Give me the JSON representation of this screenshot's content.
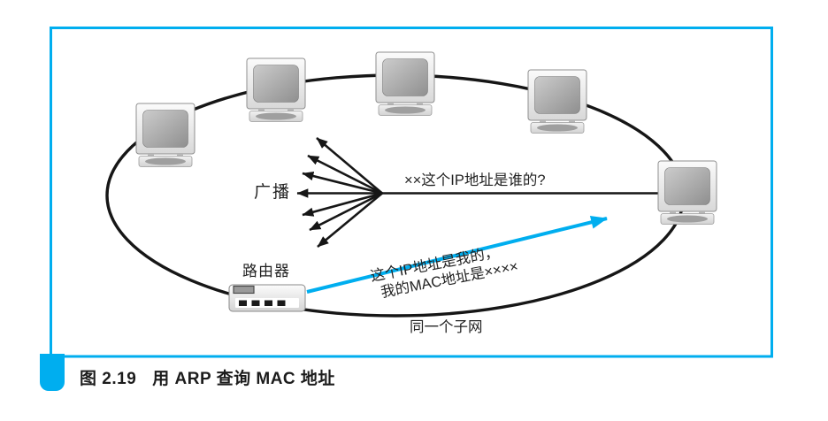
{
  "figure": {
    "caption_number": "图 2.19",
    "caption_title": "用 ARP 查询 MAC 地址"
  },
  "diagram": {
    "broadcast_label": "广播",
    "query_text": "××这个IP地址是谁的?",
    "router_label": "路由器",
    "reply_line1": "这个IP地址是我的，",
    "reply_line2": "我的MAC地址是××××",
    "subnet_label": "同一个子网",
    "computer_count": 5,
    "broadcast_arrow_count": 7
  },
  "icons": {
    "computer": "computer-icon",
    "router": "router-icon"
  },
  "colors": {
    "accent": "#00aeef",
    "line": "#161616"
  }
}
